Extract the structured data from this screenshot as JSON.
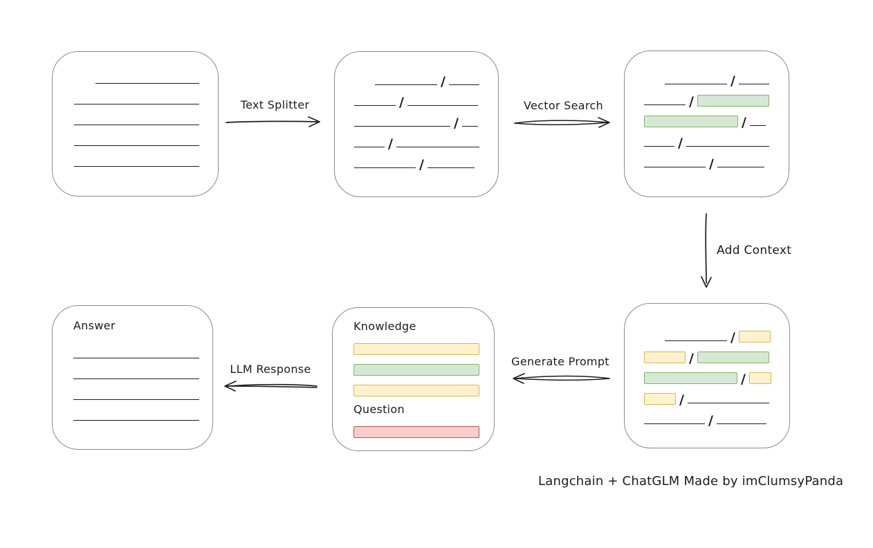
{
  "caption": "Langchain + ChatGLM Made by imClumsyPanda",
  "glyphs": {
    "slash": "/"
  },
  "colors": {
    "line": "#1c1c1c",
    "box_border": "#8a8a8a",
    "green_fill": "#d5e8d4",
    "green_border": "#82b366",
    "yellow_fill": "#fff2cc",
    "yellow_border": "#d6b656",
    "red_fill": "#f8cecc",
    "red_border": "#b85450"
  },
  "arrows": {
    "text_splitter": "Text Splitter",
    "vector_search": "Vector Search",
    "add_context": "Add Context",
    "generate_prompt": "Generate Prompt",
    "llm_response": "LLM Response"
  },
  "boxes": {
    "document": {
      "rows": [
        {
          "indent": 31,
          "segments": [
            {
              "t": "line",
              "w": 150
            }
          ]
        },
        {
          "segments": [
            {
              "t": "line",
              "w": 181
            }
          ]
        },
        {
          "segments": [
            {
              "t": "line",
              "w": 181
            }
          ]
        },
        {
          "segments": [
            {
              "t": "line",
              "w": 181
            }
          ]
        },
        {
          "segments": [
            {
              "t": "line",
              "w": 181
            }
          ]
        }
      ]
    },
    "split_text": {
      "rows": [
        {
          "indent": 30,
          "segments": [
            {
              "t": "line",
              "w": 90
            },
            {
              "t": "slash"
            },
            {
              "t": "line",
              "w": 44
            }
          ]
        },
        {
          "segments": [
            {
              "t": "line",
              "w": 60
            },
            {
              "t": "slash"
            },
            {
              "t": "line",
              "w": 102
            }
          ]
        },
        {
          "segments": [
            {
              "t": "line",
              "w": 139
            },
            {
              "t": "slash"
            },
            {
              "t": "line",
              "w": 23
            }
          ]
        },
        {
          "segments": [
            {
              "t": "line",
              "w": 44
            },
            {
              "t": "slash"
            },
            {
              "t": "line",
              "w": 120
            }
          ]
        },
        {
          "segments": [
            {
              "t": "line",
              "w": 89
            },
            {
              "t": "slash"
            },
            {
              "t": "line",
              "w": 68
            }
          ]
        }
      ]
    },
    "vector_result": {
      "rows": [
        {
          "indent": 30,
          "segments": [
            {
              "t": "line",
              "w": 90
            },
            {
              "t": "slash"
            },
            {
              "t": "line",
              "w": 44
            }
          ]
        },
        {
          "segments": [
            {
              "t": "line",
              "w": 60
            },
            {
              "t": "slash"
            },
            {
              "t": "green",
              "w": 104
            }
          ]
        },
        {
          "segments": [
            {
              "t": "green",
              "w": 136
            },
            {
              "t": "slash"
            },
            {
              "t": "line",
              "w": 23
            }
          ]
        },
        {
          "segments": [
            {
              "t": "line",
              "w": 44
            },
            {
              "t": "slash"
            },
            {
              "t": "line",
              "w": 120
            }
          ]
        },
        {
          "segments": [
            {
              "t": "line",
              "w": 89
            },
            {
              "t": "slash"
            },
            {
              "t": "line",
              "w": 68
            }
          ]
        }
      ]
    },
    "context": {
      "rows": [
        {
          "indent": 30,
          "segments": [
            {
              "t": "line",
              "w": 90
            },
            {
              "t": "slash"
            },
            {
              "t": "yellow",
              "w": 46
            }
          ]
        },
        {
          "segments": [
            {
              "t": "yellow",
              "w": 60
            },
            {
              "t": "slash"
            },
            {
              "t": "green",
              "w": 104
            }
          ]
        },
        {
          "segments": [
            {
              "t": "green",
              "w": 135
            },
            {
              "t": "slash"
            },
            {
              "t": "yellow",
              "w": 32
            }
          ]
        },
        {
          "segments": [
            {
              "t": "yellow",
              "w": 46
            },
            {
              "t": "slash"
            },
            {
              "t": "line",
              "w": 118
            }
          ]
        },
        {
          "segments": [
            {
              "t": "line",
              "w": 88
            },
            {
              "t": "slash"
            },
            {
              "t": "line",
              "w": 72
            }
          ]
        }
      ]
    },
    "prompt": {
      "knowledge_label": "Knowledge",
      "question_label": "Question",
      "knowledge_rows": [
        {
          "segments": [
            {
              "t": "yellow",
              "w": 182
            }
          ]
        },
        {
          "segments": [
            {
              "t": "green",
              "w": 182
            }
          ]
        },
        {
          "segments": [
            {
              "t": "yellow",
              "w": 182
            }
          ]
        }
      ],
      "question_rows": [
        {
          "segments": [
            {
              "t": "red",
              "w": 182
            }
          ]
        }
      ]
    },
    "answer": {
      "label": "Answer",
      "rows": [
        {
          "segments": [
            {
              "t": "line",
              "w": 182
            }
          ]
        },
        {
          "segments": [
            {
              "t": "line",
              "w": 182
            }
          ]
        },
        {
          "segments": [
            {
              "t": "line",
              "w": 182
            }
          ]
        },
        {
          "segments": [
            {
              "t": "line",
              "w": 182
            }
          ]
        }
      ]
    }
  }
}
